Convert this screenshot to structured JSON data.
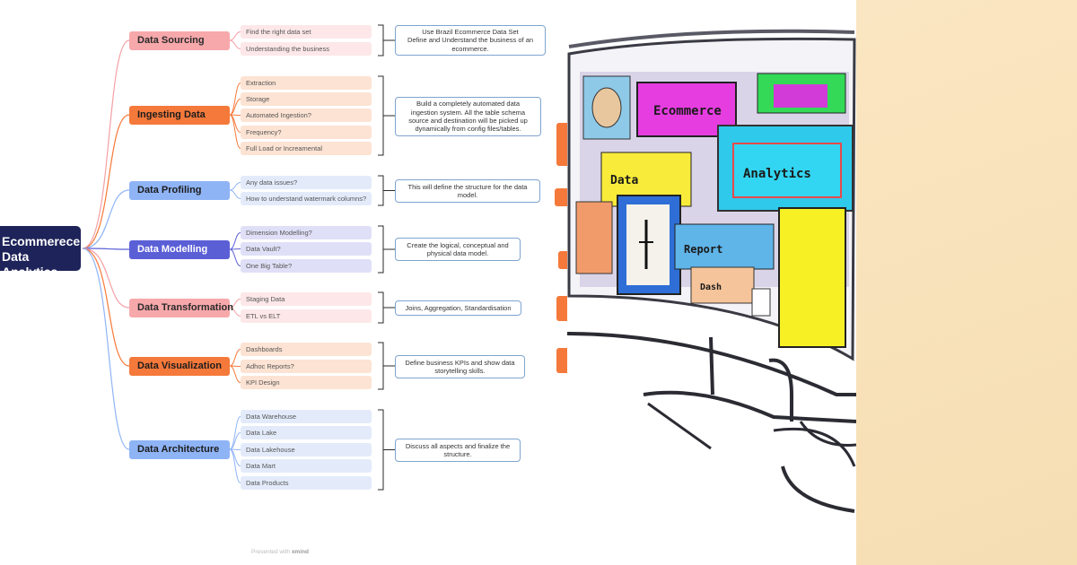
{
  "diagram": {
    "root": {
      "line1": "Ecommerece Data",
      "line2": "Analytics"
    },
    "branches": [
      {
        "label": "Data Sourcing",
        "items": [
          "Find the right data set",
          "Understanding the business"
        ],
        "note": [
          "Use Brazil Ecommerce Data Set",
          "Define and Understand the business of an",
          "ecommerce."
        ]
      },
      {
        "label": "Ingesting Data",
        "items": [
          "Extraction",
          "Storage",
          "Automated Ingestion?",
          "Frequency?",
          "Full Load or Increamental"
        ],
        "note": [
          "Build a completely automated data",
          "ingestion system. All the table schema",
          "source and destination will be picked up",
          "dynamically from config files/tables."
        ]
      },
      {
        "label": "Data Profiling",
        "items": [
          "Any data issues?",
          "How to understand watermark columns?"
        ],
        "note": [
          "This will define the structure for the data",
          "model."
        ]
      },
      {
        "label": "Data Modelling",
        "items": [
          "Dimension Modelling?",
          "Data Vault?",
          "One Big Table?"
        ],
        "note": [
          "Create the logical,  conceptual and",
          "physical data model."
        ]
      },
      {
        "label": "Data Transformation",
        "items": [
          "Staging Data",
          "ETL vs ELT"
        ],
        "note": [
          "Joins, Aggregation, Standardisation"
        ]
      },
      {
        "label": "Data Visualization",
        "items": [
          "Dashboards",
          "Adhoc Reports?",
          "KPI Design"
        ],
        "note": [
          "Define business KPIs and show data",
          "storytelling skills."
        ]
      },
      {
        "label": "Data Architecture",
        "items": [
          "Data Warehouse",
          "Data Lake",
          "Data Lakehouse",
          "Data Mart",
          "Data Products"
        ],
        "note": [
          "Discuss all aspects and finalize the",
          "structure."
        ]
      }
    ],
    "footer": {
      "prefix": "Presented with",
      "brand": "xmind"
    },
    "colors": {
      "root": "#1e2459",
      "warm_branch": "#f5793a",
      "pink_branch": "#f7a3a8",
      "blue_branch": "#8fb4f6",
      "purple_branch": "#5b5fd6",
      "note_border": "#7ea4cf"
    }
  },
  "artwork": {
    "labels": [
      "Ecommerce",
      "Analytics",
      "Data",
      "Report",
      "Dash"
    ]
  },
  "side_panel": {
    "color": "#f8e1b8"
  }
}
